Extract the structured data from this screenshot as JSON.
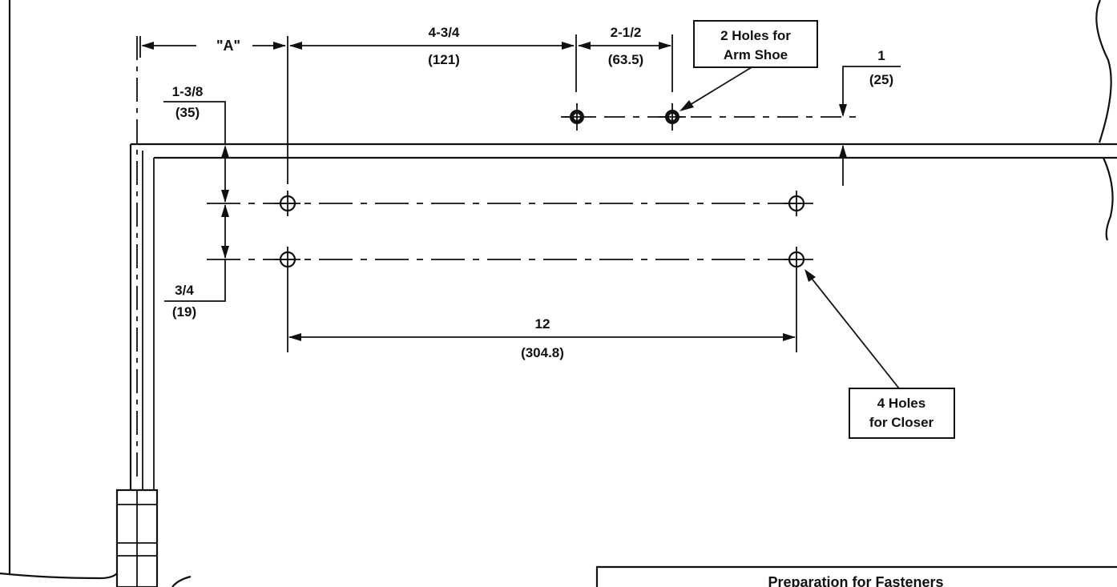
{
  "dimensions": {
    "a": "\"A\"",
    "d1_frac": "4-3/4",
    "d1_mm": "(121)",
    "d2_frac": "2-1/2",
    "d2_mm": "(63.5)",
    "d3_frac": "1",
    "d3_mm": "(25)",
    "d4_frac": "1-3/8",
    "d4_mm": "(35)",
    "d5_frac": "3/4",
    "d5_mm": "(19)",
    "d6_frac": "12",
    "d6_mm": "(304.8)"
  },
  "callouts": {
    "arm_shoe_line1": "2 Holes for",
    "arm_shoe_line2": "Arm Shoe",
    "closer_line1": "4 Holes",
    "closer_line2": "for Closer"
  },
  "table_title": "Preparation for Fasteners"
}
